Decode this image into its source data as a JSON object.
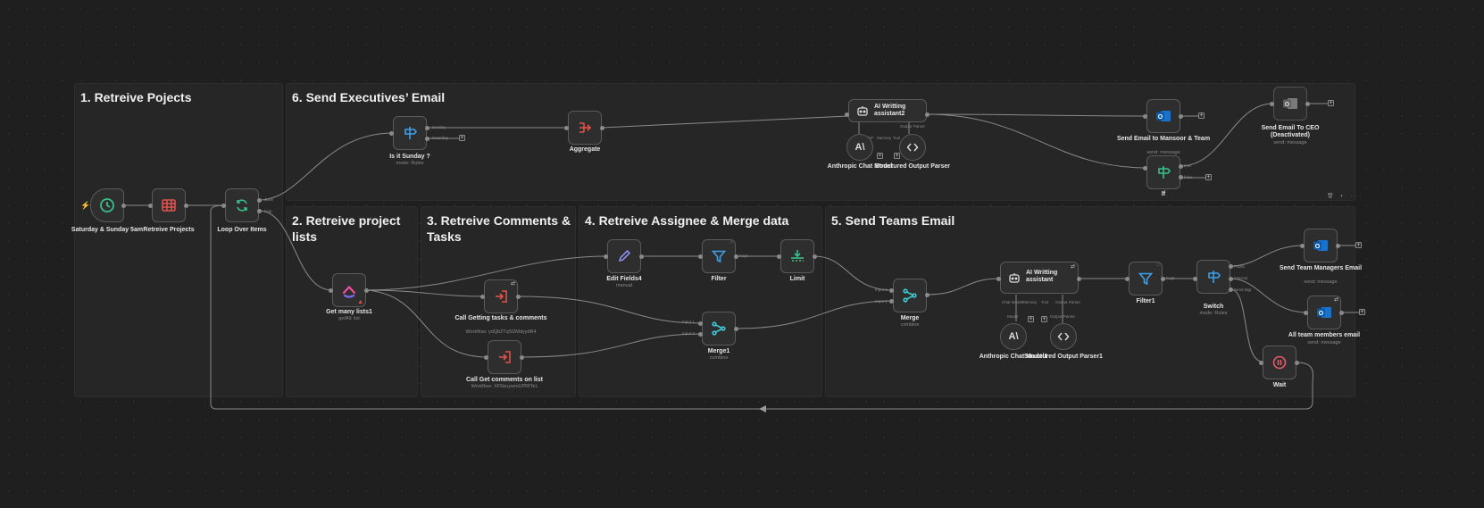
{
  "stickies": {
    "s1": "1. Retreive Pojects",
    "s2": "2. Retreive project\nlists",
    "s3": "3. Retreive Comments &\nTasks",
    "s4": "4. Retreive Assignee & Merge data",
    "s5": "5. Send Teams Email",
    "s6": "6. Send Executives’ Email"
  },
  "nodes": {
    "schedule": {
      "label": "Saturday & Sunday 5am",
      "icon": "clock-icon",
      "color": "#38c08a"
    },
    "retrieve_projects": {
      "label": "Retreive Projects",
      "icon": "table-icon",
      "color": "#e2524b"
    },
    "loop": {
      "label": "Loop Over Items",
      "icon": "refresh-icon",
      "color": "#38c08a",
      "ports": [
        "done",
        "loop"
      ]
    },
    "is_sunday": {
      "label": "Is it Sunday ?",
      "sub": "mode: Rules",
      "icon": "signpost-icon",
      "color": "#3ea0e8",
      "ports": [
        "Sunday",
        "Saturday"
      ]
    },
    "aggregate": {
      "label": "Aggregate",
      "icon": "aggregate-icon",
      "color": "#e2524b"
    },
    "ai2": {
      "label": "AI Writting assistant2",
      "icon": "robot-icon",
      "ports": [
        "Chat Model*",
        "Memory",
        "Tool",
        "Output Parser"
      ]
    },
    "anthropic": {
      "label": "Anthropic Chat Model",
      "icon": "anthropic-icon"
    },
    "parser": {
      "label": "Structured Output Parser",
      "icon": "code-icon"
    },
    "send_mansoor": {
      "label": "Send Email to Mansoor & Team",
      "sub": "send: message",
      "icon": "outlook-icon",
      "color": "#1a73c8"
    },
    "if": {
      "label": "If",
      "icon": "signpost-icon",
      "color": "#38c08a",
      "ports": [
        "true",
        "false"
      ]
    },
    "send_ceo": {
      "label": "Send Email To CEO (Deactivated)",
      "sub": "send: message",
      "icon": "outlook-icon",
      "color": "#1a73c8"
    },
    "get_lists": {
      "label": "Get many lists1",
      "sub": "getAll: list",
      "icon": "clickup-icon"
    },
    "call_tasks": {
      "label": "Call Getting tasks & comments",
      "sub": "Workflow: ydQb2TqSDMdyydR4",
      "icon": "execute-icon",
      "color": "#e2524b"
    },
    "call_comments": {
      "label": "Call Get comments on list",
      "sub": "Workflow: XF5buywmUPRfTeL",
      "icon": "execute-icon",
      "color": "#e2524b"
    },
    "edit_fields": {
      "label": "Edit Fields4",
      "sub": "manual",
      "icon": "pencil-icon",
      "color": "#8a8cf0"
    },
    "filter": {
      "label": "Filter",
      "icon": "filter-icon",
      "color": "#3ea0e8",
      "ports": [
        "Kept"
      ]
    },
    "limit": {
      "label": "Limit",
      "icon": "limit-icon",
      "color": "#38c08a"
    },
    "merge1": {
      "label": "Merge1",
      "sub": "combine",
      "icon": "merge-icon",
      "color": "#3ecbd8",
      "ports": [
        "Input 1",
        "Input 2"
      ]
    },
    "merge": {
      "label": "Merge",
      "sub": "combine",
      "icon": "merge-icon",
      "color": "#3ecbd8",
      "ports": [
        "Input 1",
        "Input 2"
      ]
    },
    "ai1": {
      "label": "AI Writting assistant",
      "icon": "robot-icon",
      "ports": [
        "Chat Model*",
        "Memory",
        "Tool",
        "Output Parser"
      ]
    },
    "anthropic1": {
      "label": "Anthropic Chat Model1",
      "sub_port": "Model",
      "icon": "anthropic-icon"
    },
    "parser1": {
      "label": "Structured Output Parser1",
      "sub_port": "Output Parser",
      "icon": "code-icon"
    },
    "filter1": {
      "label": "Filter1",
      "icon": "filter-icon",
      "color": "#3ea0e8",
      "ports": [
        "Kept"
      ]
    },
    "switch": {
      "label": "Switch",
      "sub": "mode: Rules",
      "icon": "signpost-icon",
      "color": "#3ea0e8",
      "ports": [
        "Public",
        "Internal",
        "Send Mgr"
      ]
    },
    "send_managers": {
      "label": "Send Team Managers Email",
      "sub": "send: message",
      "icon": "outlook-icon",
      "color": "#1a73c8"
    },
    "send_all": {
      "label": "All team members email",
      "sub": "send: message",
      "icon": "outlook-icon",
      "color": "#1a73c8"
    },
    "wait": {
      "label": "Wait",
      "icon": "pause-icon",
      "color": "#e85a6a"
    }
  },
  "colors": {
    "canvas": "#1f1f1f",
    "sticky": "#262626",
    "edge": "#8a8a8a",
    "node": "#2e2e2e"
  }
}
